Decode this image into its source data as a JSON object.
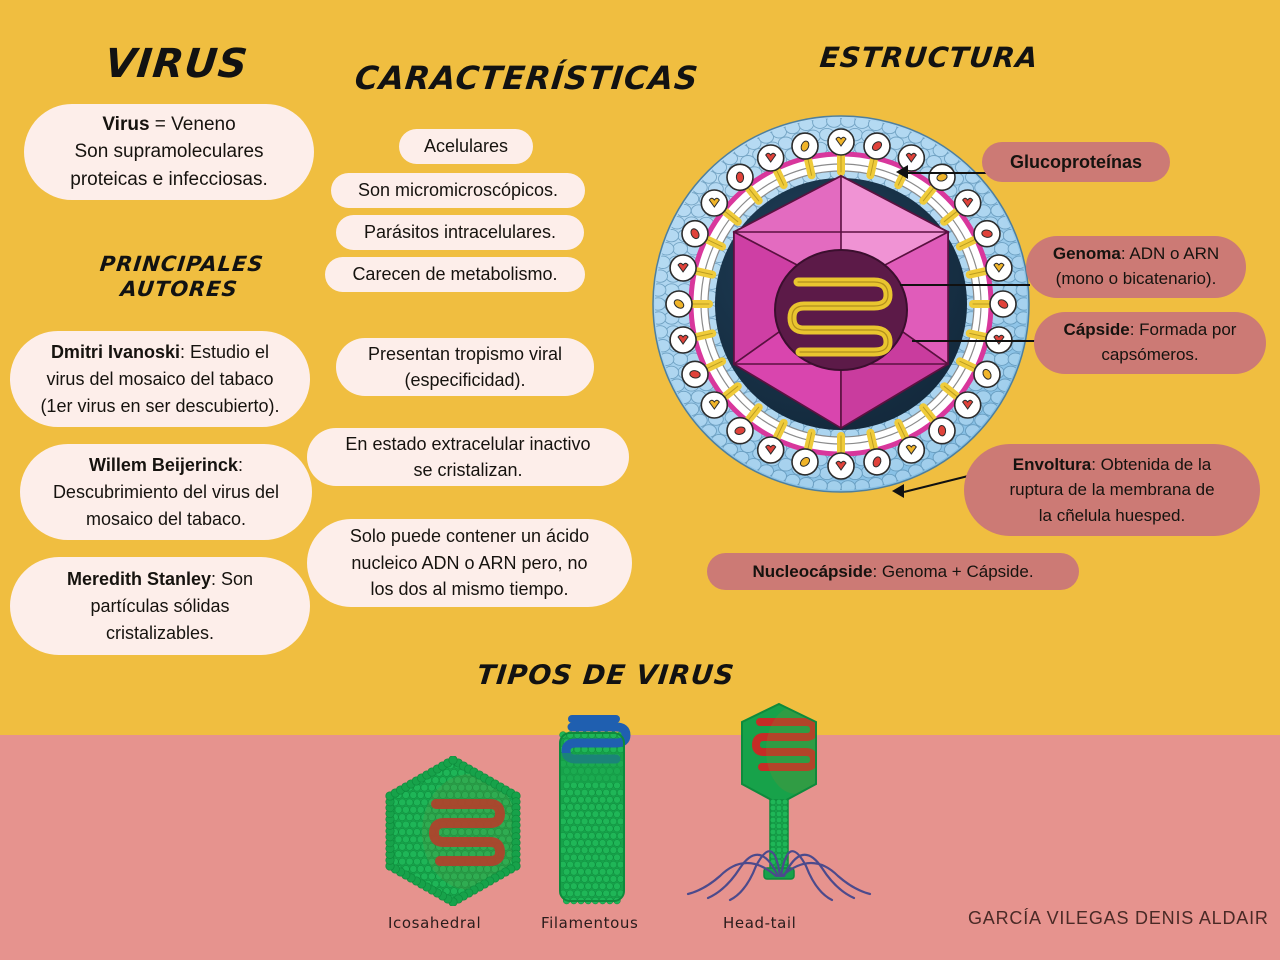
{
  "poster": {
    "colors": {
      "background_yellow": "#F0BE40",
      "band_pink": "#E6938E",
      "pill_cream": "#FDEEEA",
      "pill_rose": "#CC7A75",
      "text_dark": "#16130F"
    }
  },
  "headings": {
    "virus": "VIRUS",
    "caracteristicas": "CARACTERÍSTICAS",
    "estructura": "ESTRUCTURA",
    "principales_autores": "PRINCIPALES AUTORES",
    "tipos_de_virus": "TIPOS DE VIRUS"
  },
  "definition": {
    "line1_bold": "Virus",
    "line1_rest": " = Veneno",
    "line2": "Son supramoleculares",
    "line3": "proteicas e infecciosas."
  },
  "authors": [
    {
      "name": "Dmitri Ivanoski",
      "line1_rest": ": Estudio el",
      "line2": "virus del mosaico del tabaco",
      "line3": "(1er virus en ser descubierto)."
    },
    {
      "name": "Willem Beijerinck",
      "line1_rest": ":",
      "line2": "Descubrimiento del virus del",
      "line3": "mosaico del tabaco."
    },
    {
      "name": "Meredith Stanley",
      "line1_rest": ": Son",
      "line2": "partículas sólidas",
      "line3": "cristalizables."
    }
  ],
  "caracteristicas": [
    {
      "line1": "Acelulares"
    },
    {
      "line1": "Son micromicroscópicos."
    },
    {
      "line1": "Parásitos intracelulares."
    },
    {
      "line1": "Carecen de metabolismo."
    },
    {
      "line1": "Presentan tropismo viral",
      "line2": "(especificidad)."
    },
    {
      "line1": "En estado extracelular inactivo",
      "line2": "se cristalizan."
    },
    {
      "line1": "Solo puede contener un ácido",
      "line2": "nucleico ADN o ARN pero, no",
      "line3": "los dos al mismo tiempo."
    }
  ],
  "estructura_labels": {
    "glucoproteinas": {
      "bold": "Glucoproteínas",
      "rest": ""
    },
    "genoma": {
      "bold": "Genoma",
      "line1_rest": ": ADN o ARN",
      "line2": "(mono o bicatenario)."
    },
    "capside": {
      "bold": "Cápside",
      "line1_rest": ":  Formada por",
      "line2": "capsómeros."
    },
    "envoltura": {
      "bold": "Envoltura",
      "line1_rest": ": Obtenida de la",
      "line2": "ruptura de la membrana de",
      "line3": "la cñelula huesped."
    },
    "nucleocapside": {
      "bold": "Nucleocápside",
      "rest": ": Genoma + Cápside."
    }
  },
  "tipos": [
    {
      "label": "Icosahedral"
    },
    {
      "label": "Filamentous"
    },
    {
      "label": "Head-tail"
    }
  ],
  "signature": "GARCÍA VILEGAS DENIS ALDAIR"
}
